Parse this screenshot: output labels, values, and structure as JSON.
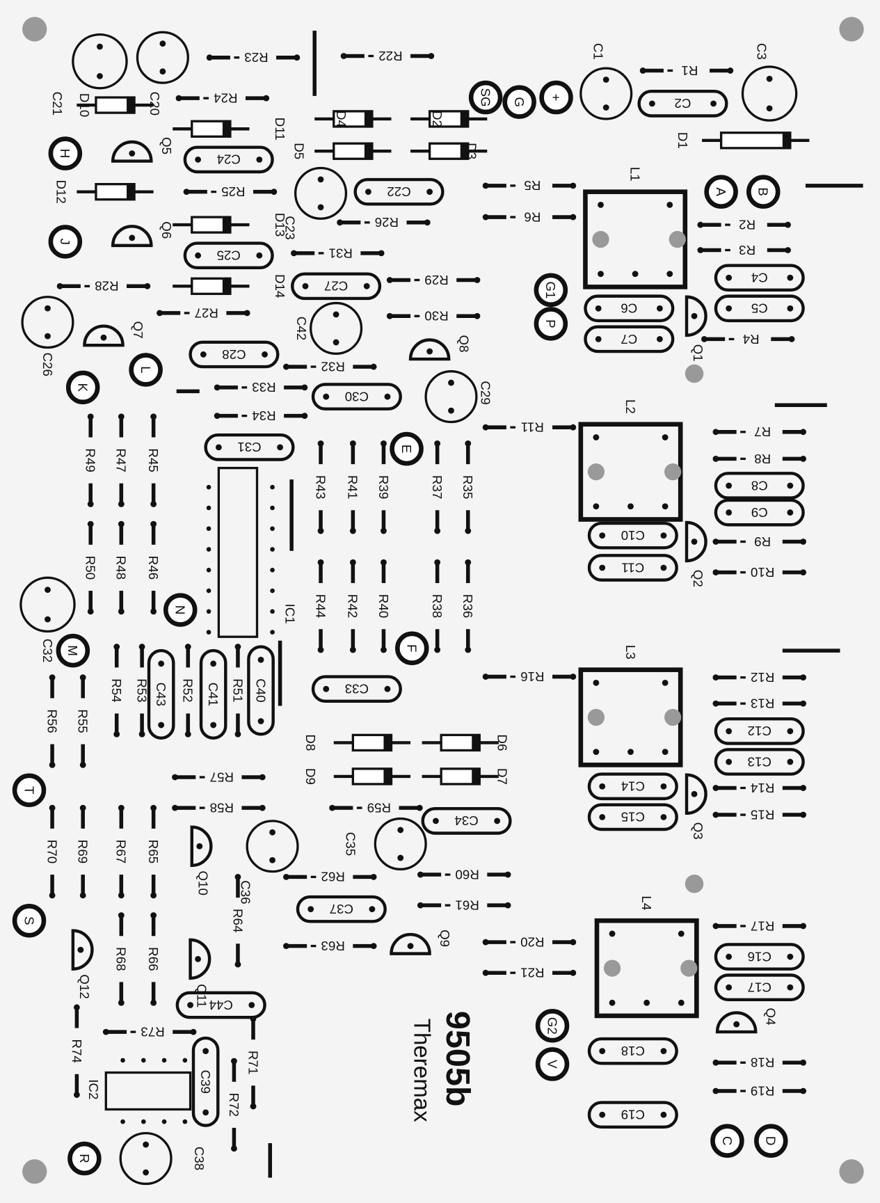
{
  "board": {
    "title": "9505b",
    "subtitle": "Theremax"
  },
  "resistors_h": [
    "R23",
    "R22",
    "R24",
    "R25",
    "R26",
    "R31",
    "R28",
    "R27",
    "R29",
    "R30",
    "R32",
    "R33",
    "R34",
    "R5",
    "R6",
    "R1",
    "R2",
    "R3",
    "R4",
    "R11",
    "R7",
    "R8",
    "R9",
    "R10",
    "R16",
    "R12",
    "R13",
    "R14",
    "R15",
    "R57",
    "R58",
    "R59",
    "R62",
    "R60",
    "R61",
    "R63",
    "R20",
    "R21",
    "R17",
    "R18",
    "R19",
    "R73"
  ],
  "resistors_v": [
    "R49",
    "R47",
    "R45",
    "R50",
    "R48",
    "R46",
    "R43",
    "R41",
    "R39",
    "R37",
    "R35",
    "R44",
    "R42",
    "R40",
    "R38",
    "R36",
    "R54",
    "R53",
    "R52",
    "R51",
    "R56",
    "R55",
    "R70",
    "R69",
    "R67",
    "R65",
    "R68",
    "R66",
    "R64",
    "R74",
    "R71",
    "R72"
  ],
  "caps_h": [
    "C2",
    "C24",
    "C22",
    "C25",
    "C27",
    "C28",
    "C30",
    "C31",
    "C4",
    "C5",
    "C6",
    "C7",
    "C8",
    "C9",
    "C10",
    "C11",
    "C33",
    "C12",
    "C13",
    "C14",
    "C15",
    "C34",
    "C37",
    "C16",
    "C17",
    "C18",
    "C19",
    "C44"
  ],
  "caps_v": [
    "C43",
    "C41",
    "C40",
    "C39"
  ],
  "electrolytics": [
    "C21",
    "C20",
    "C1",
    "C3",
    "C23",
    "C42",
    "C26",
    "C29",
    "C32",
    "C36",
    "C35",
    "C38"
  ],
  "diodes": [
    "D10",
    "D11",
    "D4",
    "D2",
    "D5",
    "D3",
    "D1",
    "D12",
    "D13",
    "D14",
    "D8",
    "D6",
    "D9",
    "D7"
  ],
  "pads": [
    "SG",
    "G",
    "+",
    "H",
    "J",
    "A",
    "B",
    "G1",
    "P",
    "K",
    "L",
    "E",
    "N",
    "M",
    "F",
    "T",
    "S",
    "G2",
    "V",
    "R",
    "C",
    "D"
  ],
  "transistors": [
    "Q5",
    "Q6",
    "Q7",
    "Q8",
    "Q1",
    "Q2",
    "Q3",
    "Q10",
    "Q9",
    "Q12",
    "Q11",
    "Q4"
  ],
  "inductors": [
    "L1",
    "L2",
    "L3",
    "L4"
  ],
  "ics": [
    "IC1",
    "IC2"
  ]
}
